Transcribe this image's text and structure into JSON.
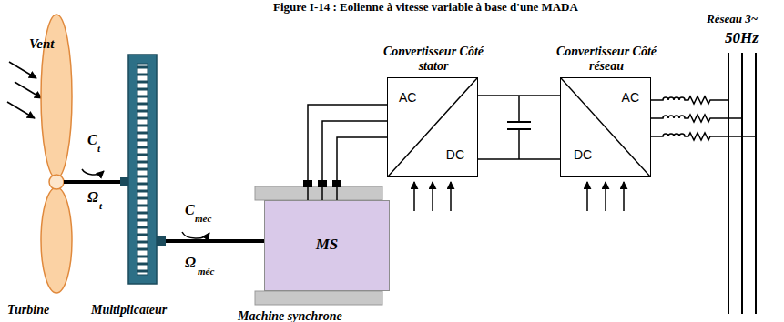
{
  "diagram": {
    "title": "Figure I-14 : Eolienne à vitesse variable à base d'une MADA",
    "nodes": [
      {
        "text": [
          "MS",
          "Machine synchrone"
        ]
      },
      {
        "text": [
          "Convertisseur Côté stator",
          "AC",
          "DC"
        ]
      },
      {
        "text": [
          "Convertisseur Côté réseau",
          "DC",
          "AC"
        ]
      }
    ],
    "edges": [
      {
        "from": 0,
        "to": 1,
        "arrow": "none"
      },
      {
        "from": 1,
        "to": 2,
        "arrow": "none"
      }
    ],
    "labels": [
      "Vent",
      "C",
      "t",
      "Ω",
      "t",
      "Turbine",
      "Multiplicateur",
      "C",
      "méc",
      "Ω",
      "méc",
      "Réseau 3~",
      "50Hz"
    ]
  }
}
